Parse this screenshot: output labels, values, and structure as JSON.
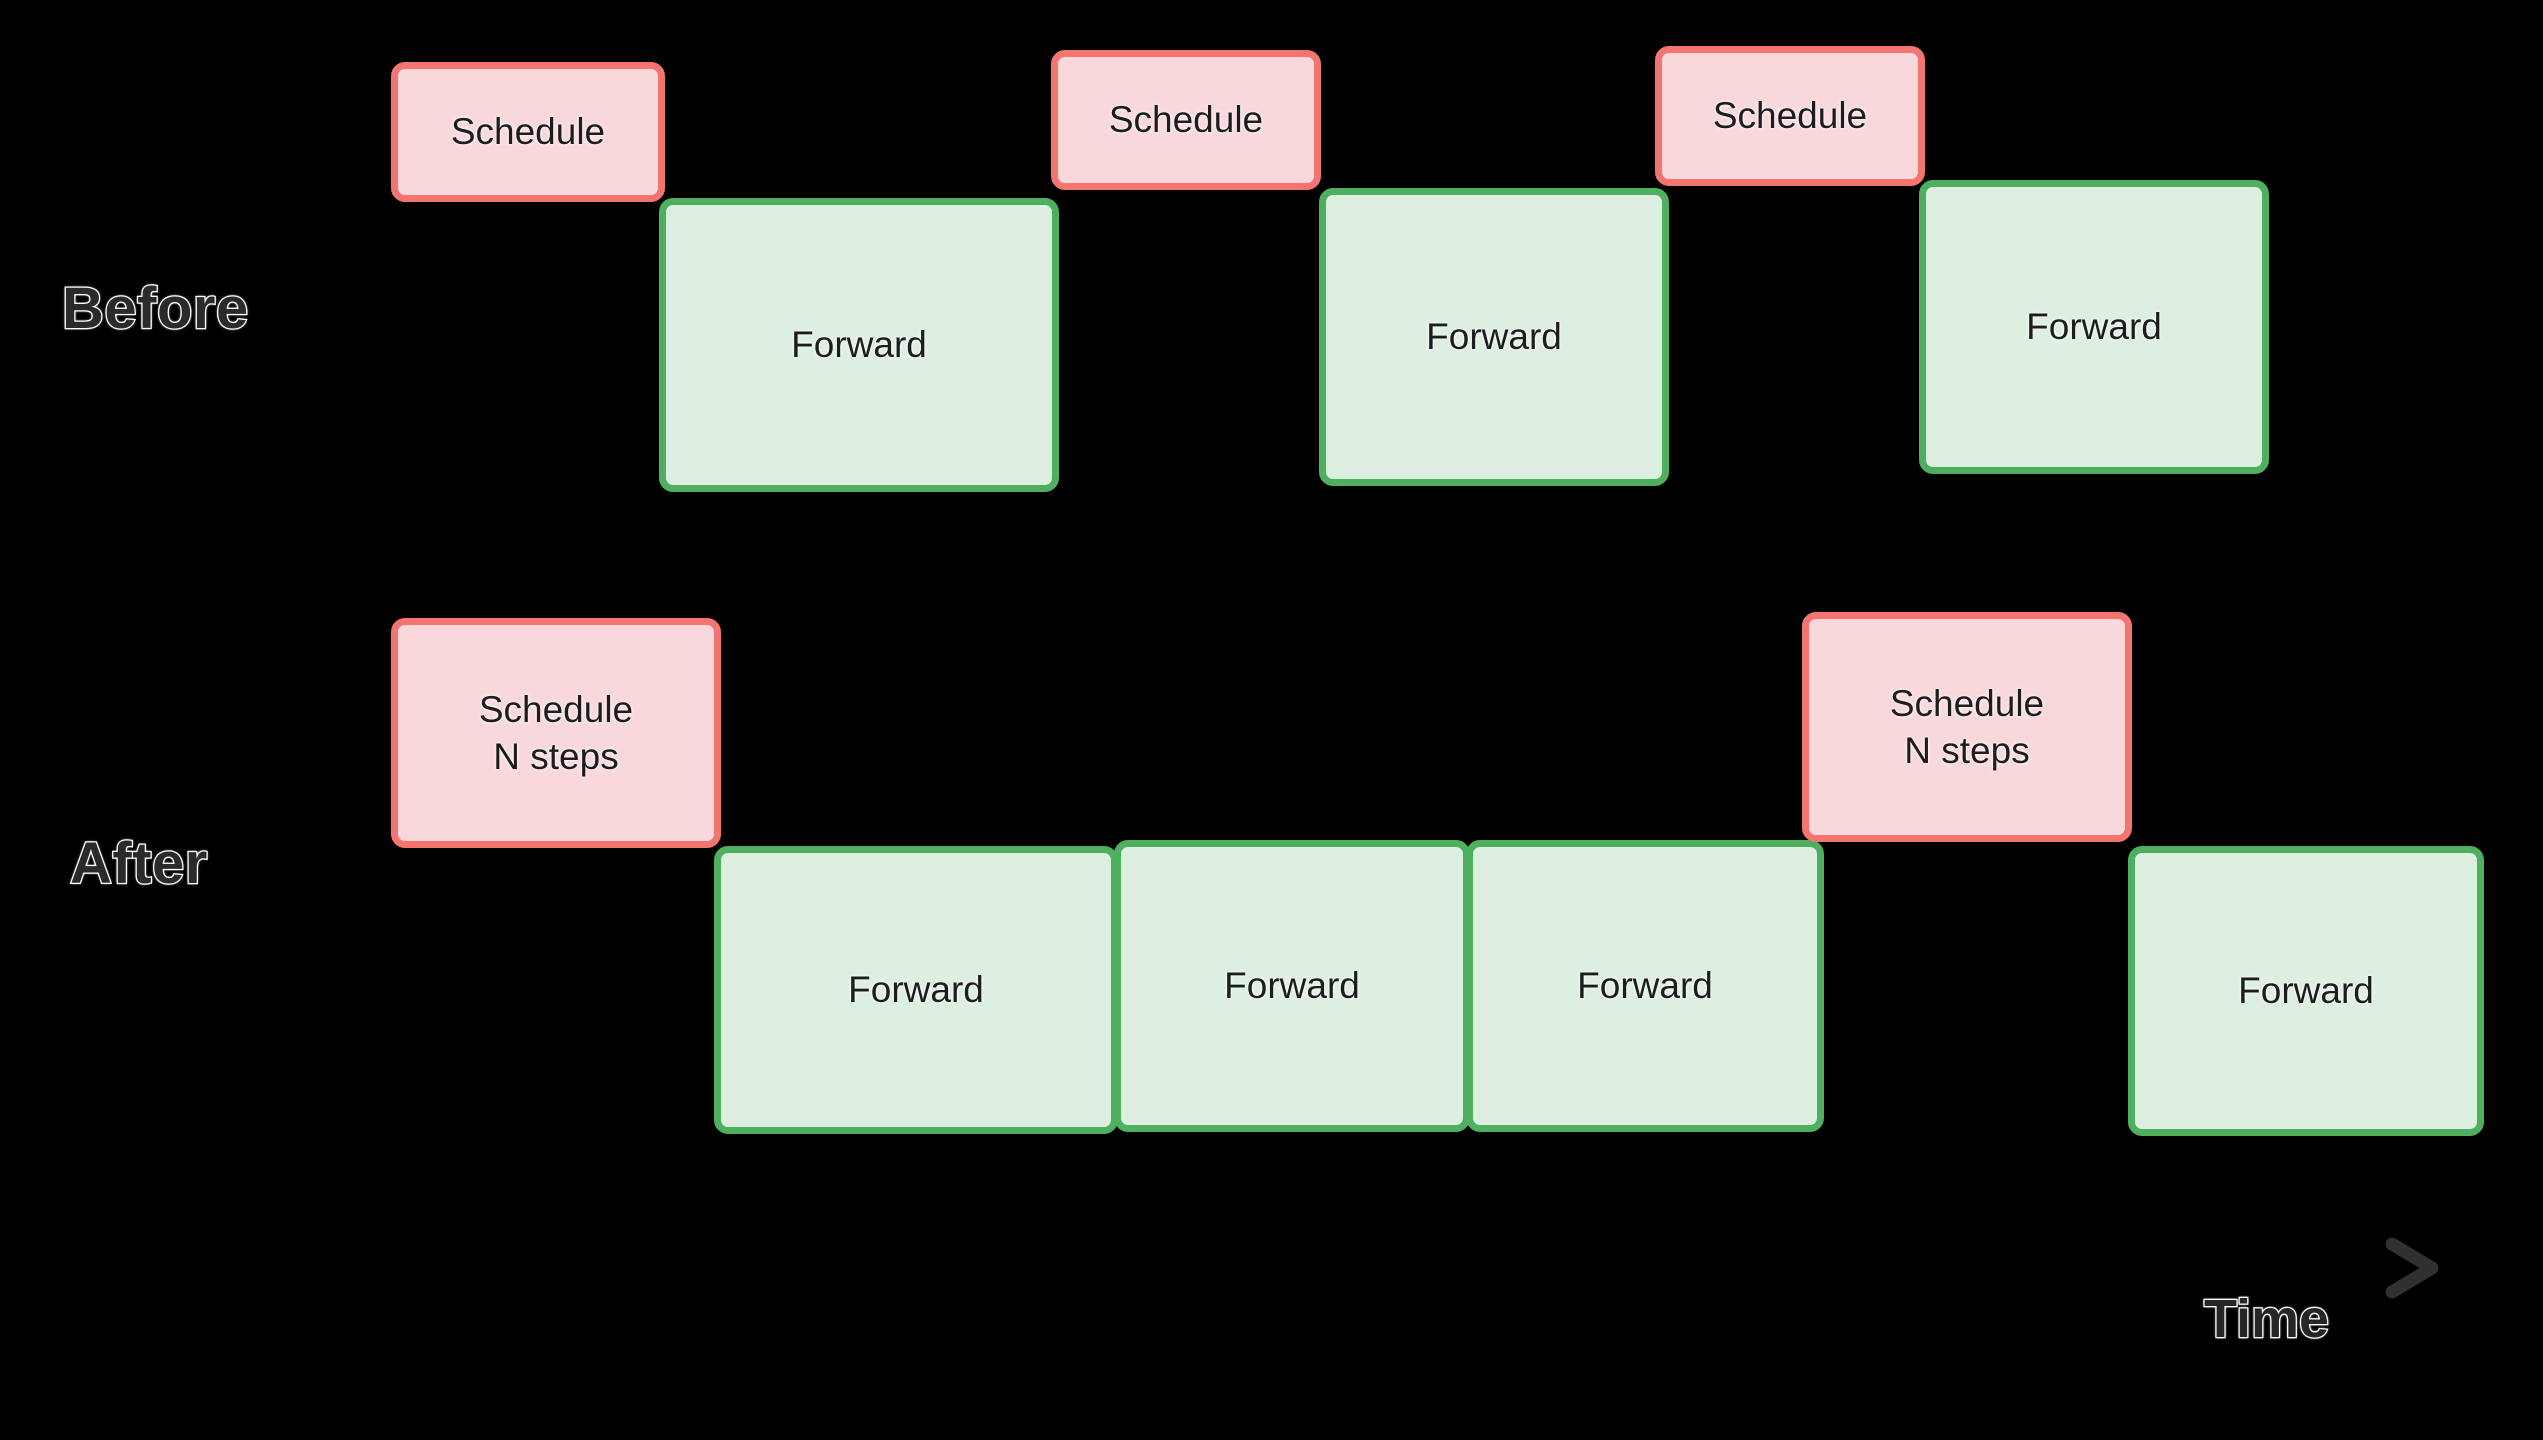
{
  "figure": {
    "background_color": "#000000",
    "rows": [
      {
        "id": "before",
        "label": "Before",
        "schedule_blocks": [
          {
            "text": "Schedule"
          },
          {
            "text": "Schedule"
          },
          {
            "text": "Schedule"
          }
        ],
        "forward_blocks": [
          {
            "text": "Forward"
          },
          {
            "text": "Forward"
          },
          {
            "text": "Forward"
          }
        ]
      },
      {
        "id": "after",
        "label": "After",
        "schedule_blocks": [
          {
            "text": "Schedule\nN steps"
          },
          {
            "text": "Schedule\nN steps"
          }
        ],
        "forward_blocks": [
          {
            "text": "Forward"
          },
          {
            "text": "Forward"
          },
          {
            "text": "Forward"
          },
          {
            "text": "Forward"
          }
        ]
      }
    ],
    "axis": {
      "label": "Time",
      "direction": "left-to-right",
      "line_color": "#2e2e2e",
      "arrowhead": "right-chevron"
    },
    "colors": {
      "schedule_fill": "#F9D8DC",
      "schedule_border": "#F4756F",
      "forward_fill": "#DCEFE0",
      "forward_border": "#4EAF5F",
      "block_text": "#1d1d1d",
      "row_label_text": "#2b2b2b",
      "row_label_outline": "#ffffff"
    }
  }
}
